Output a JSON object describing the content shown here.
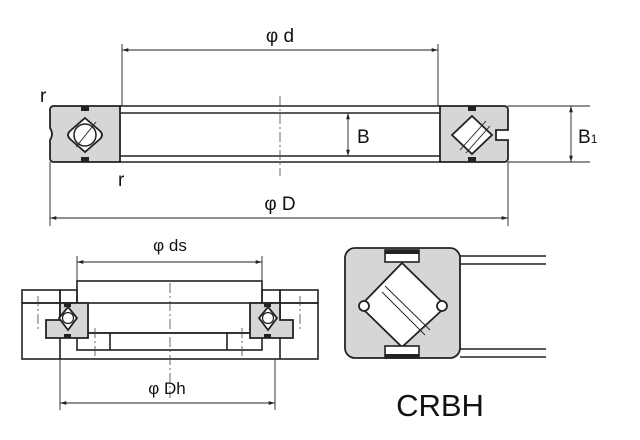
{
  "top_view": {
    "bore_label": "φ d",
    "outer_label": "φ D",
    "width_label": "B",
    "total_width_label": "B",
    "total_width_subscript": "1",
    "radius_label_top": "r",
    "radius_label_bottom": "r"
  },
  "mounting_view": {
    "shaft_label": "φ ds",
    "housing_label": "φ Dh"
  },
  "detail_view": {
    "model_label": "CRBH"
  }
}
